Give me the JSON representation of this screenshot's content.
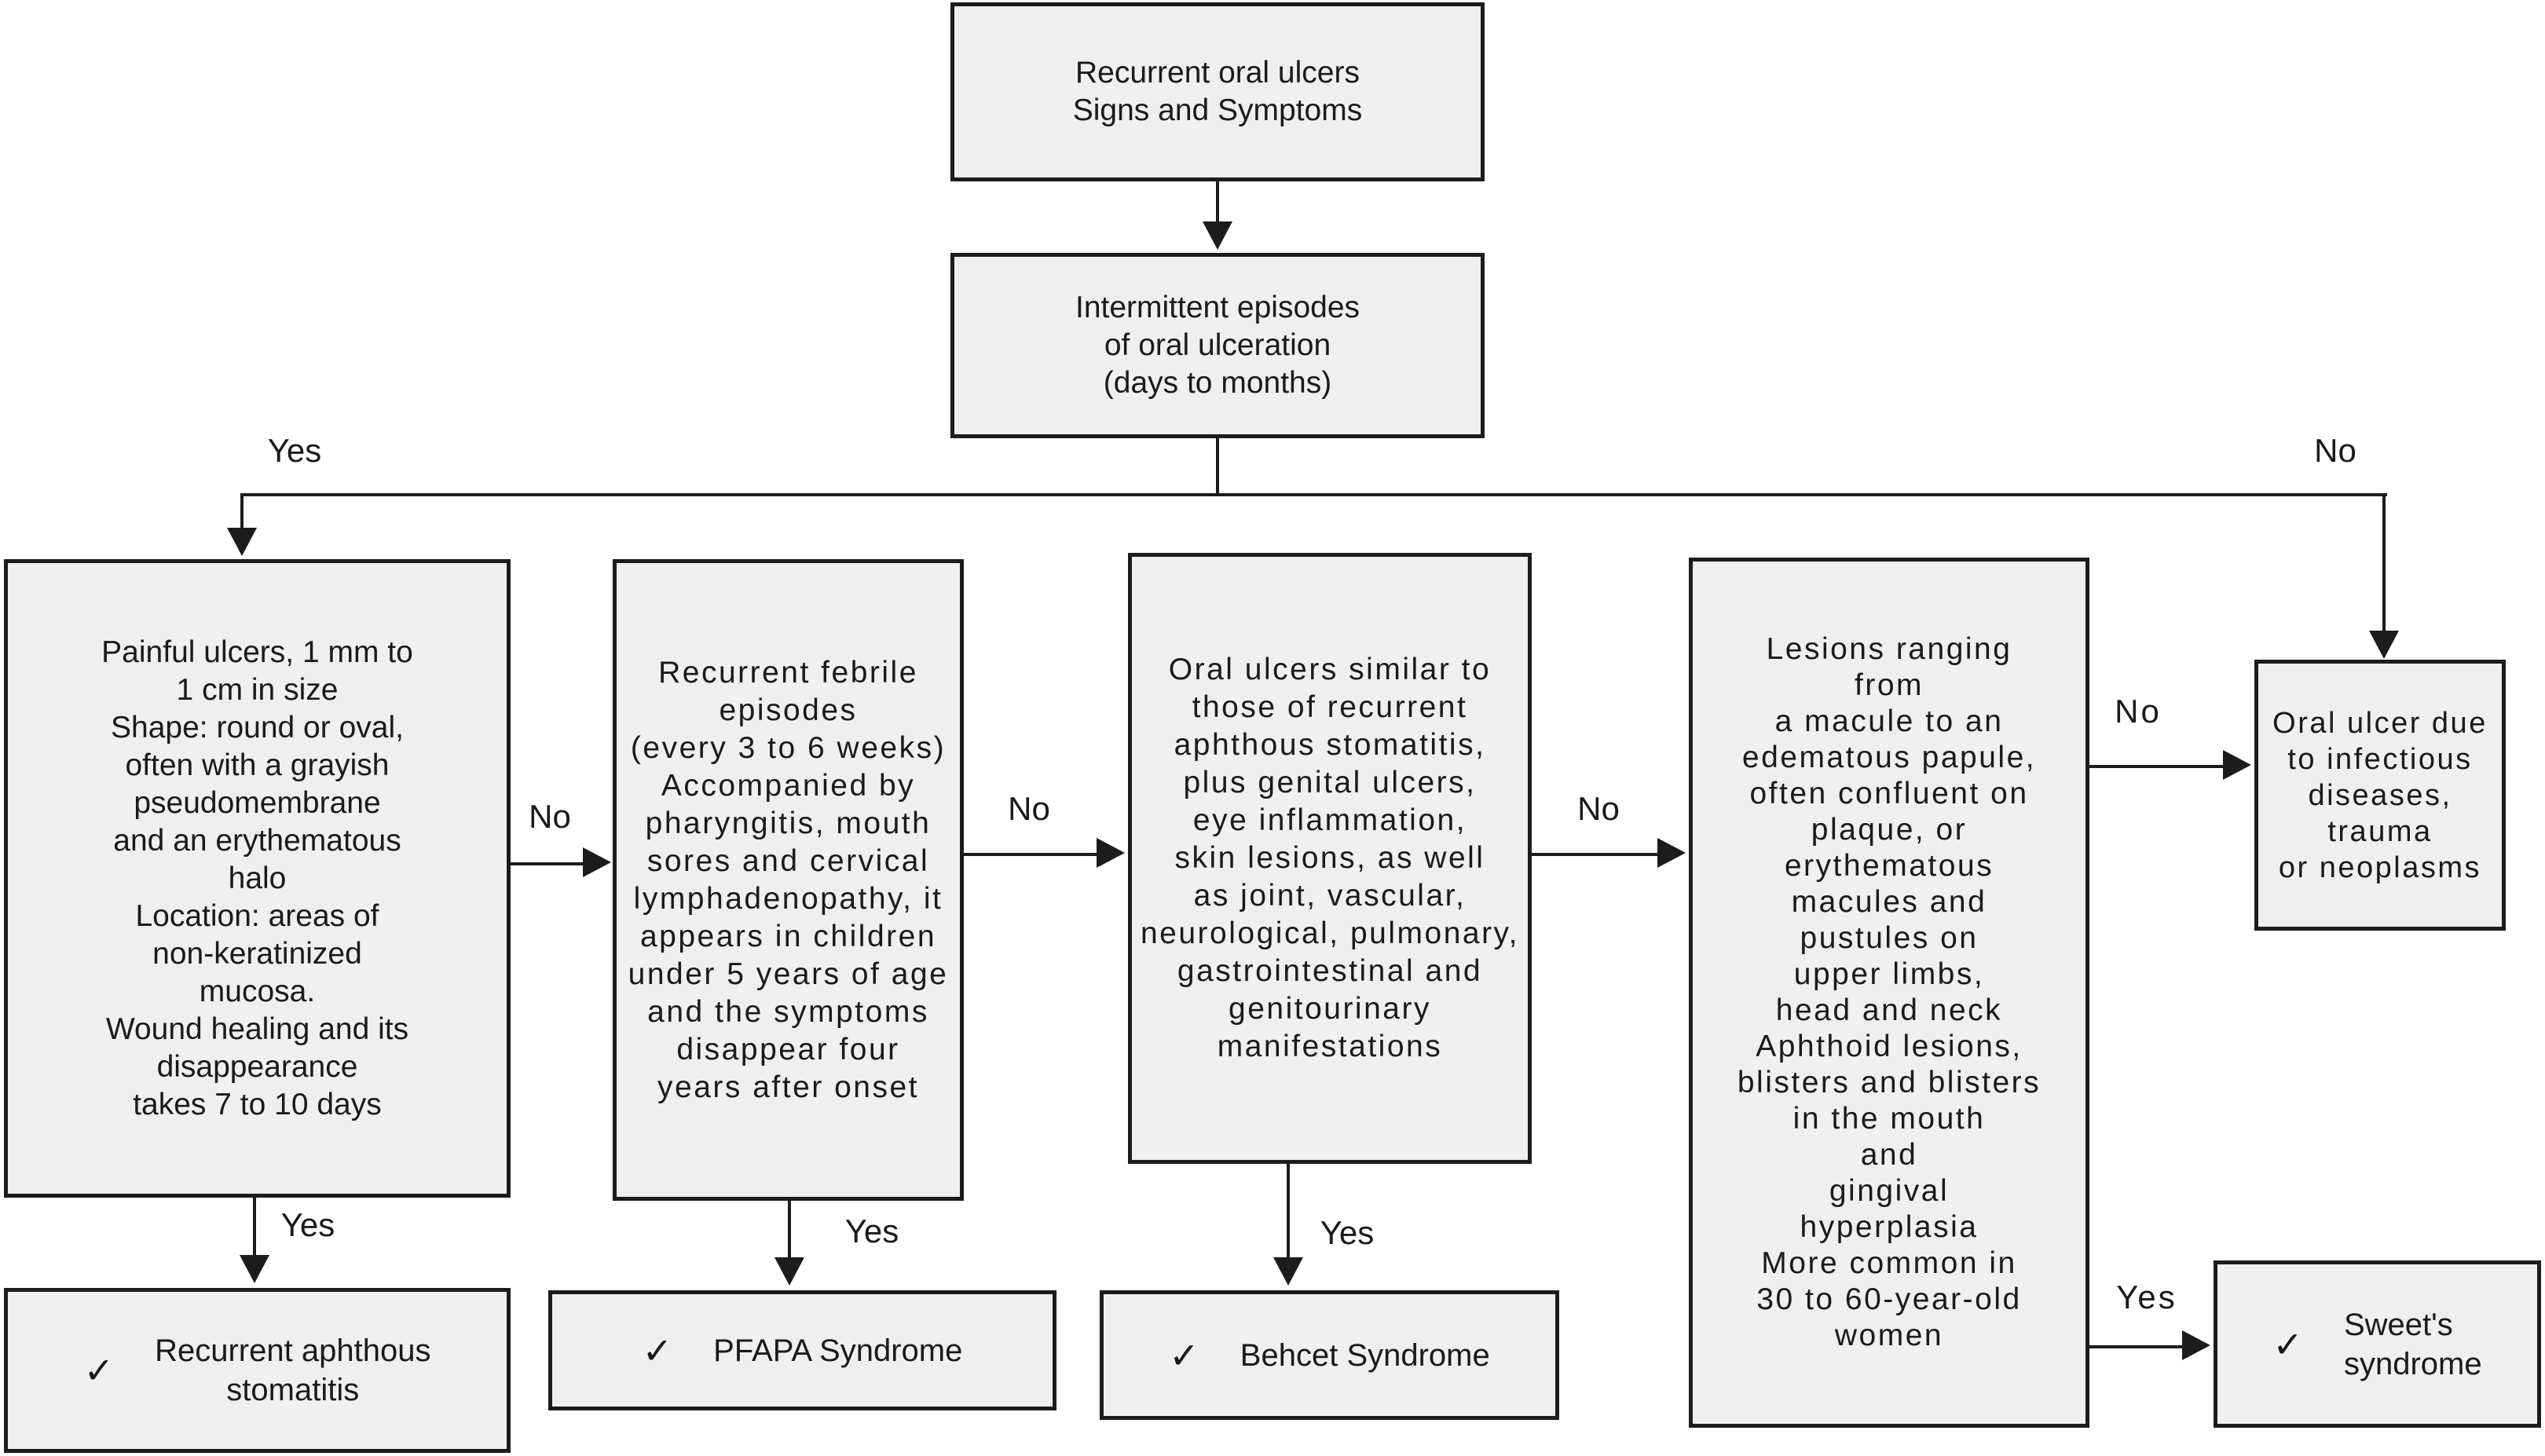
{
  "diagram": {
    "nodes": {
      "start": {
        "text": "Recurrent oral ulcers\nSigns and Symptoms"
      },
      "episodes": {
        "text": "Intermittent episodes\nof oral ulceration\n(days to months)"
      },
      "ras_criteria": {
        "text": "Painful ulcers, 1 mm to\n1 cm in size\nShape: round or oval,\noften with a grayish\npseudomembrane\nand an erythematous\nhalo\nLocation: areas of\nnon-keratinized\nmucosa.\nWound healing and its\ndisappearance\ntakes 7 to 10 days"
      },
      "pfapa_criteria": {
        "text": "Recurrent febrile\nepisodes\n(every 3 to 6 weeks)\nAccompanied by\npharyngitis, mouth\nsores and cervical\nlymphadenopathy, it\nappears in children\nunder 5 years of age\nand the symptoms\ndisappear four\nyears after onset"
      },
      "behcet_criteria": {
        "text": "Oral ulcers similar to\nthose of recurrent\naphthous stomatitis,\nplus genital ulcers,\neye inflammation,\nskin lesions, as well\nas joint, vascular,\nneurological, pulmonary,\ngastrointestinal and\ngenitourinary\nmanifestations"
      },
      "sweet_criteria": {
        "text": "Lesions ranging\nfrom\na macule to an\nedematous papule,\noften confluent on\nplaque, or\nerythematous\nmacules and\npustules on\nupper limbs,\nhead and neck\nAphthoid lesions,\nblisters and blisters\nin the mouth\nand\ngingival\nhyperplasia\nMore common in\n30 to 60-year-old\nwomen"
      },
      "other_causes": {
        "text": "Oral ulcer due\nto infectious\ndiseases,\ntrauma\nor neoplasms"
      }
    },
    "results": {
      "ras": {
        "check": "✓",
        "text": "Recurrent aphthous\nstomatitis"
      },
      "pfapa": {
        "check": "✓",
        "text": "PFAPA Syndrome"
      },
      "behcet": {
        "check": "✓",
        "text": "Behcet Syndrome"
      },
      "sweet": {
        "check": "✓",
        "text": "Sweet's\nsyndrome"
      }
    },
    "labels": {
      "branch_yes": "Yes",
      "branch_no": "No",
      "no_ras_pfapa": "No",
      "no_pfapa_behcet": "No",
      "no_behcet_sweet": "No",
      "no_sweet_other": "No",
      "yes_ras": "Yes",
      "yes_pfapa": "Yes",
      "yes_behcet": "Yes",
      "yes_sweet": "Yes"
    },
    "colors": {
      "box_fill": "#efefef",
      "box_border": "#1c1c1c",
      "line": "#1c1c1c",
      "text": "#1a1a1a",
      "background": "#ffffff"
    }
  }
}
